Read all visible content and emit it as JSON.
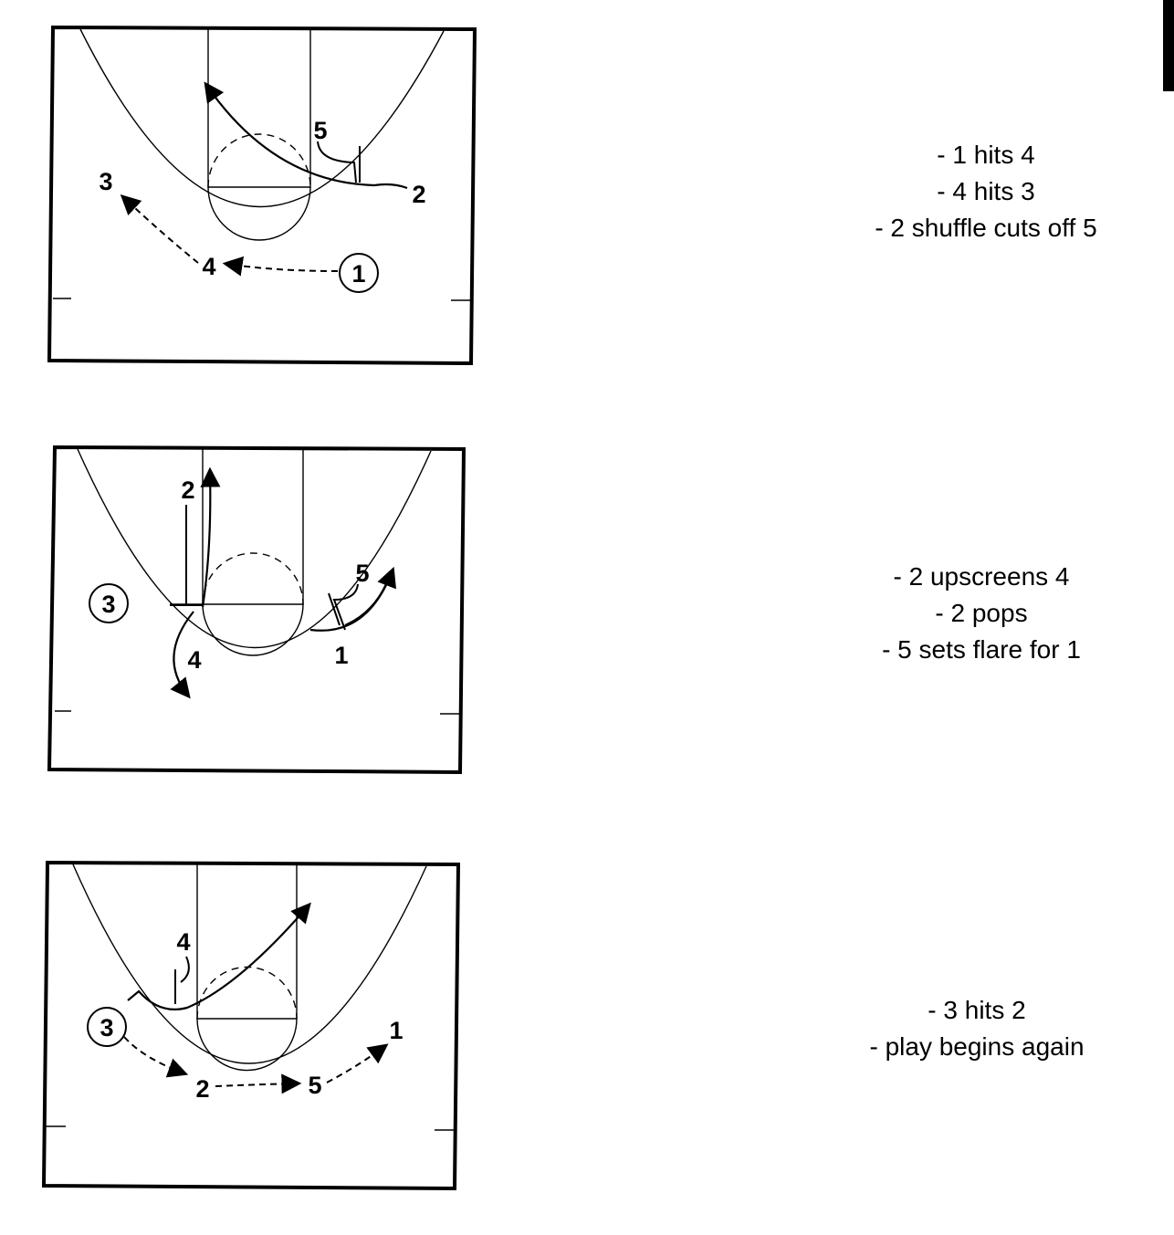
{
  "diagrams": [
    {
      "players": {
        "p1": "1",
        "p2": "2",
        "p3": "3",
        "p4": "4",
        "p5": "5"
      },
      "notes": [
        "- 1 hits 4",
        "- 4 hits 3",
        "- 2 shuffle cuts off 5"
      ]
    },
    {
      "players": {
        "p1": "1",
        "p2": "2",
        "p3": "3",
        "p4": "4",
        "p5": "5"
      },
      "notes": [
        "- 2 upscreens 4",
        "- 2 pops",
        "- 5 sets flare for 1"
      ]
    },
    {
      "players": {
        "p1": "1",
        "p2": "2",
        "p3": "3",
        "p4": "4",
        "p5": "5"
      },
      "notes": [
        "- 3 hits 2",
        "- play begins again"
      ]
    }
  ]
}
